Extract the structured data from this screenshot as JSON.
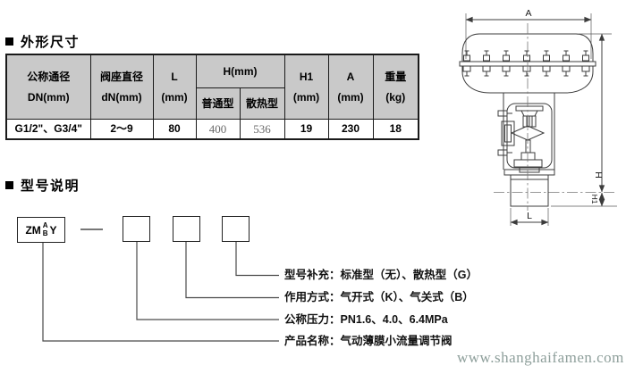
{
  "sections": {
    "dimensions_title": "外形尺寸",
    "model_title": "型号说明"
  },
  "dimension_table": {
    "headers": [
      {
        "line1": "公称通径",
        "line2": "DN(mm)"
      },
      {
        "line1": "阀座直径",
        "line2": "dN(mm)"
      },
      {
        "line1": "L",
        "line2": "(mm)"
      },
      {
        "group": "H(mm)",
        "sub1": "普通型",
        "sub2": "散热型"
      },
      {
        "line1": "H1",
        "line2": "(mm)"
      },
      {
        "line1": "A",
        "line2": "(mm)"
      },
      {
        "line1": "重量",
        "line2": "(kg)"
      }
    ],
    "row": {
      "nominal_diameter": "G1/2\"、G3/4\"",
      "seat_diameter": "2～9",
      "l": "80",
      "h_standard": "400",
      "h_heat_dissipation": "536",
      "h1": "19",
      "a": "230",
      "weight": "18"
    }
  },
  "model_diagram": {
    "code_box": {
      "zm": "ZM",
      "a": "A",
      "b": "B",
      "y": "Y"
    },
    "labels": [
      {
        "text": "型号补充：标准型（无）、散热型（G）"
      },
      {
        "text": "作用方式：气开式（K）、气关式（B）"
      },
      {
        "text": "公称压力：PN1.6、4.0、6.4MPa"
      },
      {
        "text": "产品名称：气动薄膜小流量调节阀"
      }
    ]
  },
  "drawing": {
    "dim_a": "A",
    "dim_h": "H",
    "dim_h1": "H1",
    "dim_l": "L"
  },
  "watermark": "www.shanghaifamen.com",
  "colors": {
    "table_header_bg": "#c9c9c9",
    "table_border": "#1a1a1a",
    "diagram_line": "#4a4a4a",
    "watermark_color": "#8e9f9b",
    "muted_value_color": "#6a6a6a"
  }
}
